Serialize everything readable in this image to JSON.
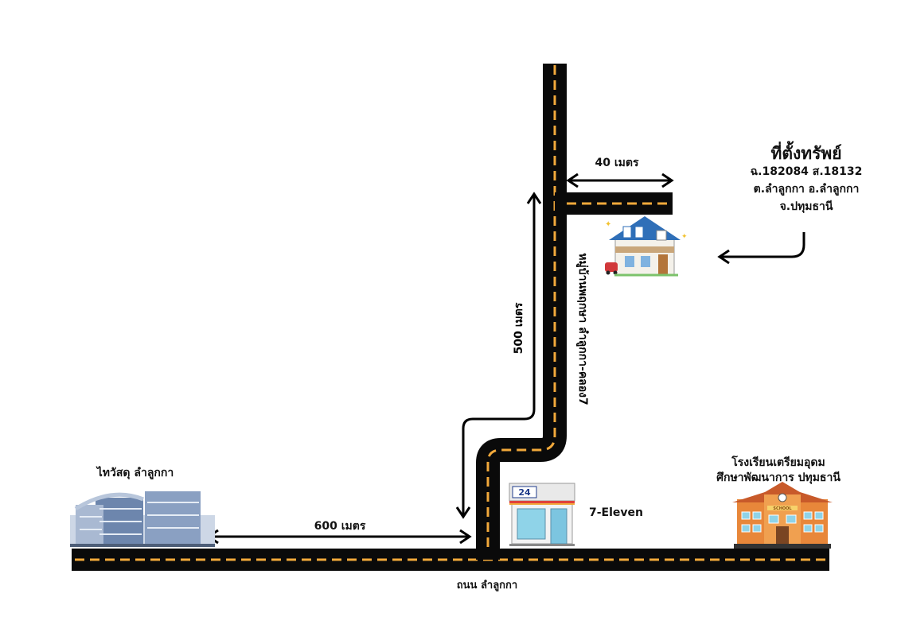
{
  "map": {
    "property": {
      "title": "ที่ตั้งทรัพย์",
      "lines": [
        "ฉ.182084  ส.18132",
        "ต.ลำลูกกา   อ.ลำลูกกา",
        "จ.ปทุมธานี"
      ]
    },
    "distances": {
      "side_road": "40 เมตร",
      "village_road": "500 เมตร",
      "main_road": "600 เมตร"
    },
    "roads": {
      "main_road_name": "ถนน ลำลูกกา",
      "village_road_name": "หมู่บ้านพฤกษา ลำลูกกา-คลอง7"
    },
    "landmarks": {
      "store_label": "ไทวัสดุ ลำลูกกา",
      "seven_eleven_label": "7-Eleven",
      "seven_eleven_sign": "24",
      "school_label_1": "โรงเรียนเตรียมอุดม",
      "school_label_2": "ศึกษาพัฒนาการ ปทุมธานี",
      "school_sign": "SCHOOL"
    },
    "colors": {
      "road": "#0a0a0a",
      "lane_marking": "#f2a93b",
      "house_roof": "#2f6fb8",
      "school_wall": "#e8873a",
      "building_glass": "#6d86ad"
    }
  }
}
